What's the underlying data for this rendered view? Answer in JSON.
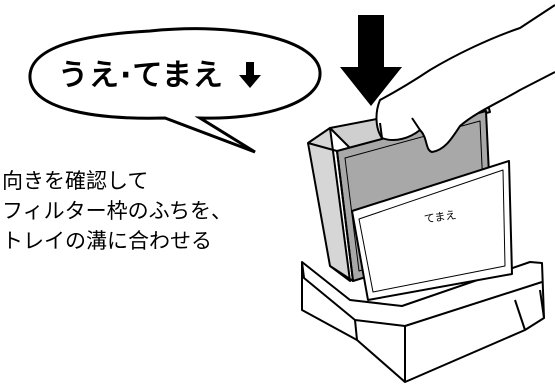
{
  "callout": {
    "text": "うえ·てまえ",
    "arrow_icon": "down-arrow-icon"
  },
  "instructions": {
    "lines": [
      "向きを確認して",
      "フィルター枠のふちを、",
      "トレイの溝に合わせる"
    ]
  },
  "filter_sheet": {
    "label": "てまえ"
  },
  "colors": {
    "ink": "#000000",
    "filter_face": "#a8a8a8",
    "filter_side": "#d6d6d6",
    "paper": "#ffffff"
  }
}
